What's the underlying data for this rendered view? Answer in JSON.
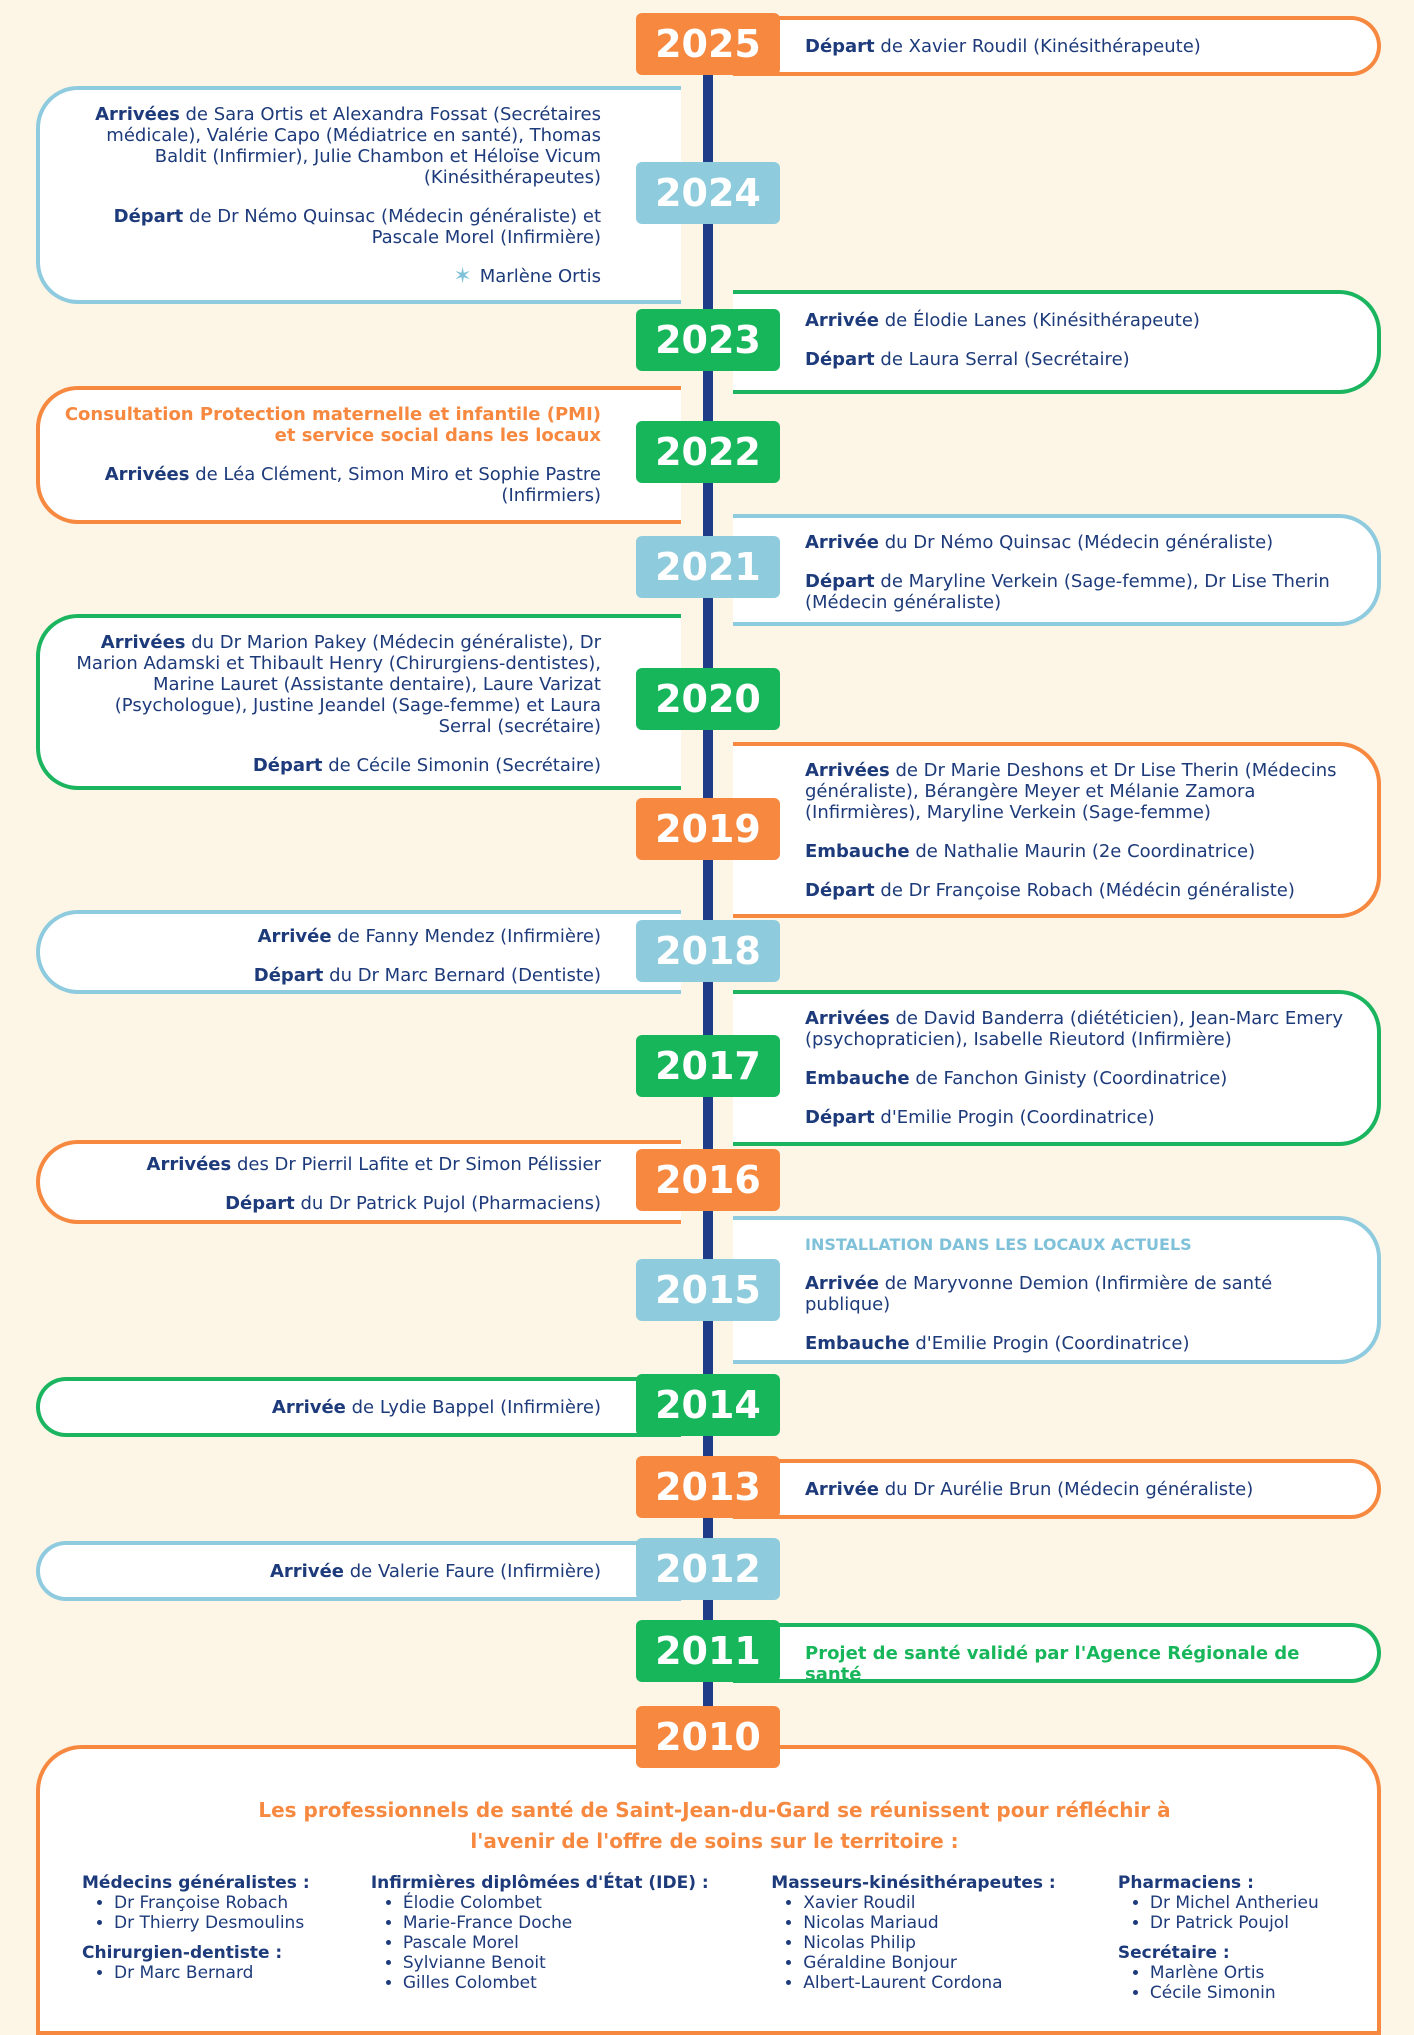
{
  "timeline": {
    "y2025": {
      "year": "2025",
      "label": "Départ",
      "text": " de Xavier Roudil (Kinésithérapeute)"
    },
    "y2024": {
      "year": "2024",
      "arr_label": "Arrivées",
      "arr_text": " de Sara Ortis et Alexandra Fossat (Secrétaires médicale), Valérie Capo (Médiatrice en santé), Thomas Baldit (Infirmier), Julie Chambon et Héloïse Vicum (Kinésithérapeutes)",
      "dep_label": "Départ",
      "dep_text": " de Dr Némo Quinsac (Médecin généraliste) et Pascale Morel (Infirmière)",
      "signature": "Marlène Ortis"
    },
    "y2023": {
      "year": "2023",
      "arr_label": "Arrivée",
      "arr_text": " de Élodie Lanes (Kinésithérapeute)",
      "dep_label": "Départ",
      "dep_text": " de Laura Serral (Secrétaire)"
    },
    "y2022": {
      "year": "2022",
      "highlight": "Consultation Protection maternelle et infantile (PMI) et service social dans les locaux",
      "arr_label": "Arrivées",
      "arr_text": " de Léa Clément, Simon Miro et Sophie Pastre (Infirmiers)"
    },
    "y2021": {
      "year": "2021",
      "arr_label": "Arrivée",
      "arr_text": " du Dr Némo Quinsac (Médecin généraliste)",
      "dep_label": "Départ",
      "dep_text": " de Maryline Verkein (Sage-femme), Dr Lise Therin (Médecin généraliste)"
    },
    "y2020": {
      "year": "2020",
      "arr_label": "Arrivées",
      "arr_text": " du Dr Marion Pakey (Médecin généraliste), Dr Marion Adamski et Thibault Henry (Chirurgiens-dentistes), Marine Lauret (Assistante dentaire), Laure Varizat (Psychologue), Justine Jeandel (Sage-femme) et Laura Serral (secrétaire)",
      "dep_label": "Départ",
      "dep_text": " de Cécile Simonin (Secrétaire)"
    },
    "y2019": {
      "year": "2019",
      "arr_label": "Arrivées",
      "arr_text": " de Dr Marie Deshons et  Dr Lise Therin (Médecins généraliste), Bérangère Meyer et Mélanie Zamora (Infirmières), Maryline Verkein (Sage-femme)",
      "emb_label": "Embauche",
      "emb_text": " de Nathalie Maurin (2e Coordinatrice)",
      "dep_label": "Départ",
      "dep_text": " de Dr Françoise Robach (Médécin généraliste)"
    },
    "y2018": {
      "year": "2018",
      "arr_label": "Arrivée",
      "arr_text": " de Fanny Mendez (Infirmière)",
      "dep_label": "Départ",
      "dep_text": " du Dr Marc Bernard (Dentiste)"
    },
    "y2017": {
      "year": "2017",
      "arr_label": "Arrivées",
      "arr_text": " de David Banderra (diététicien), Jean-Marc Emery (psychopraticien), Isabelle Rieutord (Infirmière)",
      "emb_label": "Embauche",
      "emb_text": " de Fanchon Ginisty (Coordinatrice)",
      "dep_label": "Départ",
      "dep_text": " d'Emilie Progin (Coordinatrice)"
    },
    "y2016": {
      "year": "2016",
      "arr_label": "Arrivées",
      "arr_text": " des Dr Pierril Lafite et Dr Simon Pélissier",
      "dep_label": "Départ",
      "dep_text": " du Dr Patrick Pujol (Pharmaciens)"
    },
    "y2015": {
      "year": "2015",
      "highlight": "INSTALLATION DANS LES LOCAUX ACTUELS",
      "arr_label": "Arrivée",
      "arr_text": " de Maryvonne Demion (Infirmière de santé publique)",
      "emb_label": "Embauche",
      "emb_text": " d'Emilie Progin (Coordinatrice)"
    },
    "y2014": {
      "year": "2014",
      "arr_label": "Arrivée",
      "arr_text": " de Lydie Bappel (Infirmière)"
    },
    "y2013": {
      "year": "2013",
      "arr_label": "Arrivée",
      "arr_text": " du Dr Aurélie Brun (Médecin généraliste)"
    },
    "y2012": {
      "year": "2012",
      "arr_label": "Arrivée",
      "arr_text": " de Valerie Faure (Infirmière)"
    },
    "y2011": {
      "year": "2011",
      "highlight": "Projet de santé validé par l'Agence Régionale de santé"
    },
    "y2010": {
      "year": "2010"
    }
  },
  "founding": {
    "intro_line1": "Les professionnels de santé de Saint-Jean-du-Gard se réunissent pour réfléchir à",
    "intro_line2": "l'avenir de l'offre de soins sur le territoire :",
    "groups": [
      {
        "title": "Médecins généralistes :",
        "members": [
          "Dr Françoise Robach",
          "Dr Thierry Desmoulins"
        ]
      },
      {
        "title": "Chirurgien-dentiste :",
        "members": [
          "Dr Marc Bernard"
        ]
      },
      {
        "title": "Infirmières diplômées d'État (IDE) :",
        "members": [
          "Élodie Colombet",
          "Marie-France Doche",
          "Pascale Morel",
          "Sylvianne Benoit",
          "Gilles Colombet"
        ]
      },
      {
        "title": "Masseurs-kinésithérapeutes :",
        "members": [
          "Xavier Roudil",
          "Nicolas Mariaud",
          "Nicolas Philip",
          "Géraldine Bonjour",
          "Albert-Laurent Cordona"
        ]
      },
      {
        "title": "Pharmaciens :",
        "members": [
          "Dr Michel Antherieu",
          "Dr Patrick Poujol"
        ]
      },
      {
        "title": "Secrétaire :",
        "members": [
          "Marlène Ortis",
          "Cécile Simonin"
        ]
      }
    ]
  },
  "colors": {
    "orange": "#f7883f",
    "green": "#17b65b",
    "blue": "#8ecbdc",
    "navy": "#1d3a7a",
    "background": "#fdf5e6"
  }
}
